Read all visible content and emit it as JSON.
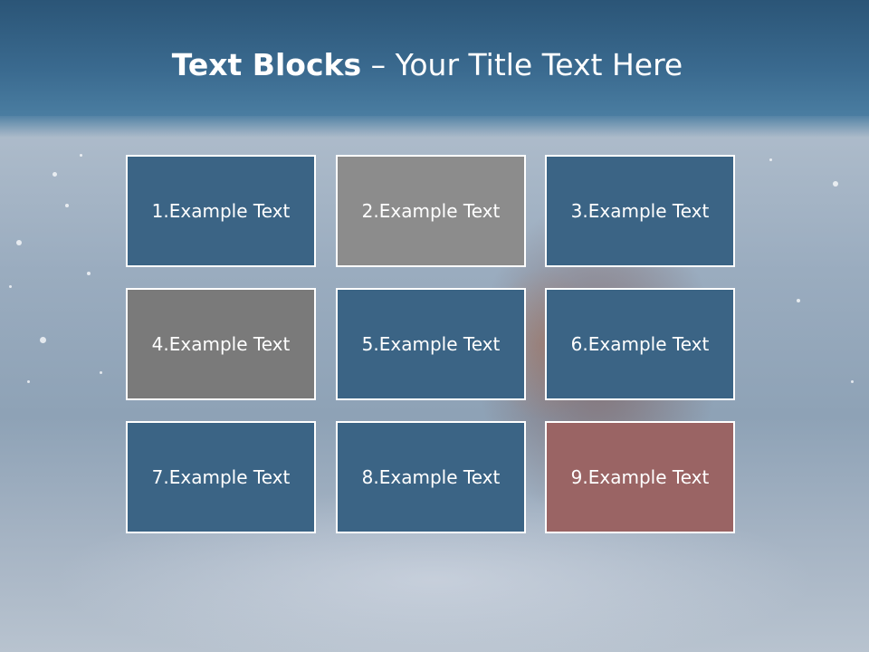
{
  "title": {
    "bold": "Text Blocks",
    "separator": " – ",
    "rest": "Your Title Text Here"
  },
  "blocks": [
    {
      "label": "1.Example Text",
      "color": "#3b6485"
    },
    {
      "label": "2.Example Text",
      "color": "#8c8c8c"
    },
    {
      "label": "3.Example Text",
      "color": "#3b6485"
    },
    {
      "label": "4.Example Text",
      "color": "#7a7a7a"
    },
    {
      "label": "5.Example Text",
      "color": "#3b6485"
    },
    {
      "label": "6.Example Text",
      "color": "#3b6485"
    },
    {
      "label": "7.Example Text",
      "color": "#3b6485"
    },
    {
      "label": "8.Example Text",
      "color": "#3b6485"
    },
    {
      "label": "9.Example Text",
      "color": "#9a6464"
    }
  ]
}
